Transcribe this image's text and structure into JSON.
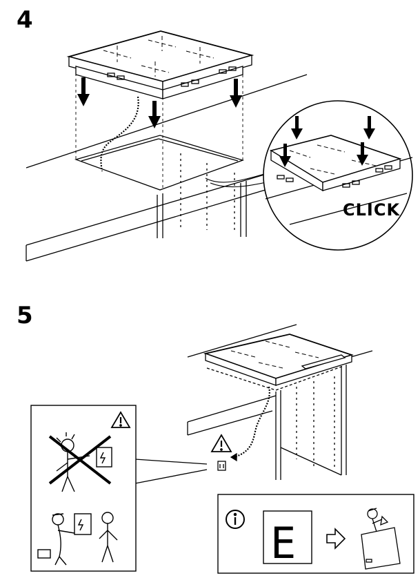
{
  "steps": [
    {
      "number": "4",
      "callout_text": "CLICK"
    },
    {
      "number": "5",
      "display_symbol": "E"
    }
  ],
  "icons": [
    "warning-triangle-icon",
    "info-circle-icon",
    "arrow-right-icon",
    "manual-reading-person-icon"
  ]
}
